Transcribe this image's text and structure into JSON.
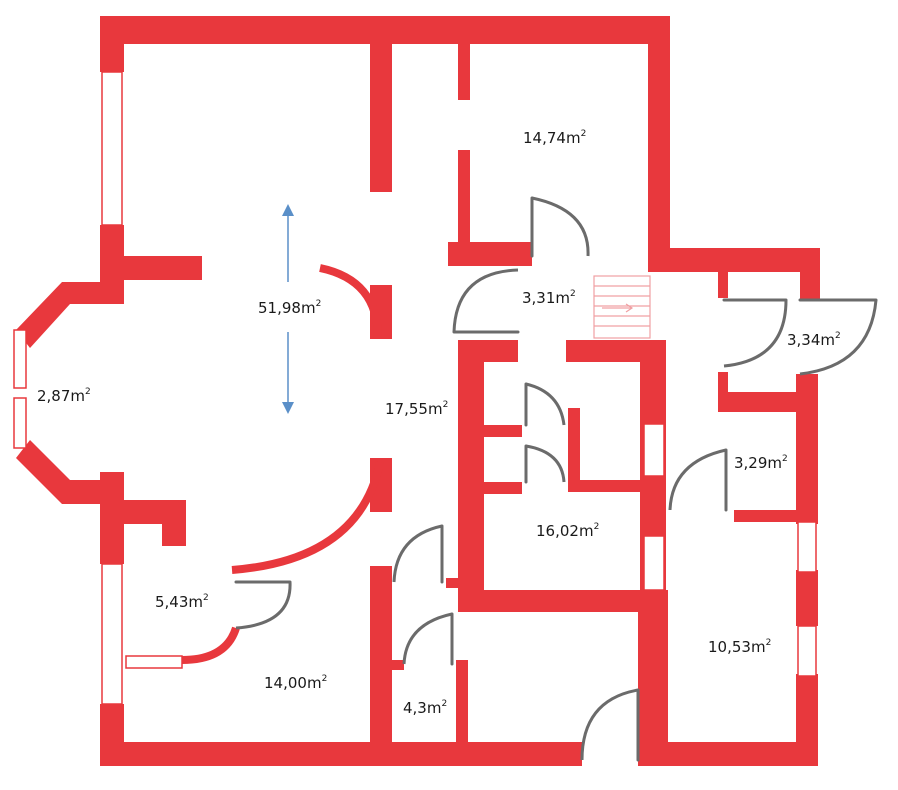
{
  "colors": {
    "wall": "#e8383d",
    "door": "#6b6b6b",
    "dimension_arrow": "#5a8fc8"
  },
  "unit_superscript": "2",
  "rooms": [
    {
      "id": "living",
      "area": "51,98m"
    },
    {
      "id": "bedroom-ne",
      "area": "14,74m"
    },
    {
      "id": "hall-small",
      "area": "3,31m"
    },
    {
      "id": "closet-east",
      "area": "3,34m"
    },
    {
      "id": "bay",
      "area": "2,87m"
    },
    {
      "id": "corridor",
      "area": "17,55m"
    },
    {
      "id": "bath-east",
      "area": "3,29m"
    },
    {
      "id": "room-center",
      "area": "16,02m"
    },
    {
      "id": "kitchen",
      "area": "5,43m"
    },
    {
      "id": "room-sw",
      "area": "14,00m"
    },
    {
      "id": "wc",
      "area": "4,3m"
    },
    {
      "id": "room-se",
      "area": "10,53m"
    }
  ],
  "icons": {
    "stairs": "stairs-icon",
    "dimension": "vertical-dimension-arrow-icon"
  }
}
